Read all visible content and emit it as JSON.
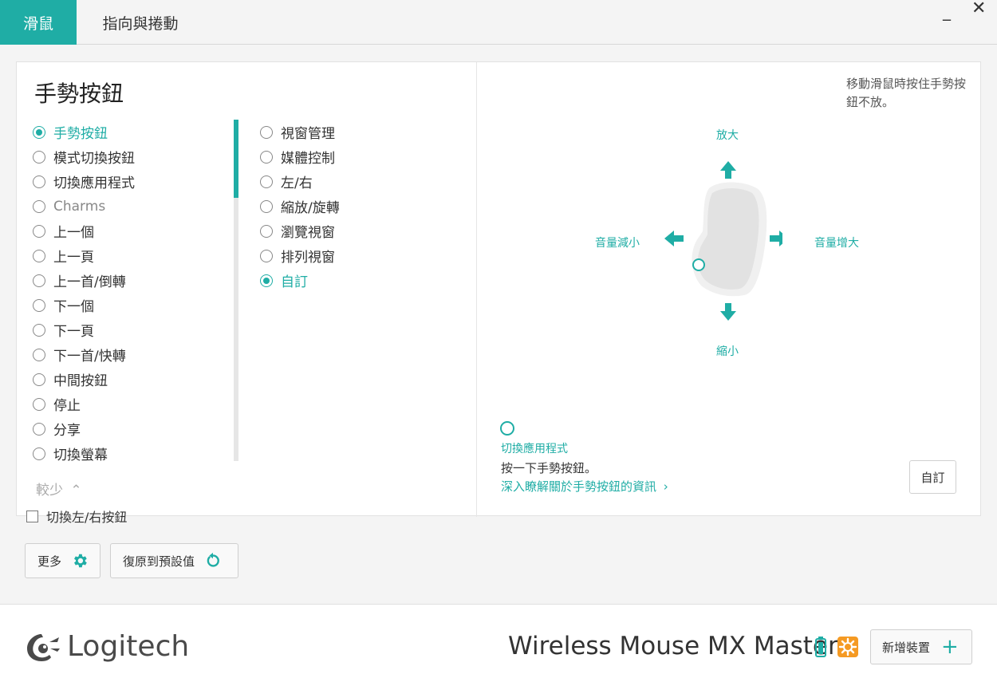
{
  "tabs": [
    {
      "label": "滑鼠",
      "active": true
    },
    {
      "label": "指向與捲動",
      "active": false
    }
  ],
  "window": {
    "minimize": "_",
    "close": "✕"
  },
  "panel": {
    "title": "手勢按鈕",
    "left_list": [
      {
        "label": "手勢按鈕",
        "selected": true
      },
      {
        "label": "模式切換按鈕"
      },
      {
        "label": "切換應用程式"
      },
      {
        "label": "Charms"
      },
      {
        "label": "上一個"
      },
      {
        "label": "上一頁"
      },
      {
        "label": "上一首/倒轉"
      },
      {
        "label": "下一個"
      },
      {
        "label": "下一頁"
      },
      {
        "label": "下一首/快轉"
      },
      {
        "label": "中間按鈕"
      },
      {
        "label": "停止"
      },
      {
        "label": "分享"
      },
      {
        "label": "切換螢幕"
      }
    ],
    "right_list": [
      {
        "label": "視窗管理"
      },
      {
        "label": "媒體控制"
      },
      {
        "label": "左/右"
      },
      {
        "label": "縮放/旋轉"
      },
      {
        "label": "瀏覽視窗"
      },
      {
        "label": "排列視窗"
      },
      {
        "label": "自訂",
        "selected": true
      }
    ],
    "fewer_label": "較少",
    "hint": "移動滑鼠時按住手勢按鈕不放。",
    "gestures": {
      "up": "放大",
      "down": "縮小",
      "left": "音量減小",
      "right": "音量增大"
    },
    "switch_title": "切換應用程式",
    "switch_desc": "按一下手勢按鈕。",
    "learn_more": "深入瞭解關於手勢按鈕的資訊",
    "customize_label": "自訂"
  },
  "below": {
    "checkbox_label": "切換左/右按鈕",
    "more_label": "更多",
    "reset_label": "復原到預設值"
  },
  "footer": {
    "logo": "Logitech",
    "device_name": "Wireless Mouse MX Master",
    "add_device_label": "新增裝置"
  },
  "colors": {
    "accent": "#1fada5",
    "unifying": "#f59a23"
  }
}
